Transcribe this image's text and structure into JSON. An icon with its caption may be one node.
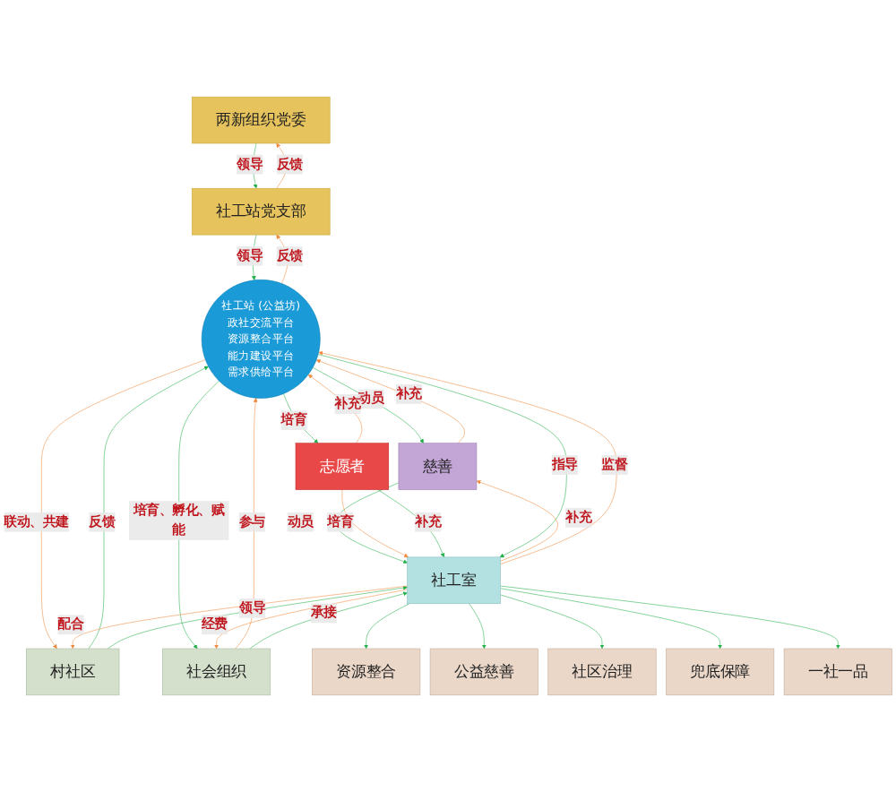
{
  "diagram": {
    "nodes": [
      {
        "text": [
          "两新组织党委"
        ]
      },
      {
        "text": [
          "社工站党支部"
        ]
      },
      {
        "text": [
          "社工站 (公益坊)",
          "政社交流平台",
          "资源整合平台",
          "能力建设平台",
          "需求供给平台"
        ]
      },
      {
        "text": [
          "慈善"
        ]
      },
      {
        "text": [
          "志愿者"
        ]
      },
      {
        "text": [
          "村社区"
        ]
      },
      {
        "text": [
          "社工室"
        ]
      },
      {
        "text": [
          "社会组织"
        ]
      },
      {
        "text": [
          "资源整合"
        ]
      },
      {
        "text": [
          "公益慈善"
        ]
      },
      {
        "text": [
          "社区治理"
        ]
      },
      {
        "text": [
          "兜底保障"
        ]
      },
      {
        "text": [
          "一社一品"
        ]
      }
    ],
    "edges": [
      {
        "from": 0,
        "to": 1,
        "arrow": "to",
        "label": "领导",
        "color": "#22b04b"
      },
      {
        "from": 1,
        "to": 0,
        "arrow": "to",
        "label": "反馈",
        "color": "#f08a3c"
      },
      {
        "from": 1,
        "to": 2,
        "arrow": "to",
        "label": "领导",
        "color": "#22b04b"
      },
      {
        "from": 2,
        "to": 1,
        "arrow": "to",
        "label": "反馈",
        "color": "#f08a3c"
      },
      {
        "from": 2,
        "to": 3,
        "arrow": "to",
        "label": "动员",
        "color": "#22b04b"
      },
      {
        "from": 3,
        "to": 2,
        "arrow": "to",
        "label": "补充",
        "color": "#f08a3c"
      },
      {
        "from": 2,
        "to": 4,
        "arrow": "to",
        "label": "培育",
        "color": "#22b04b"
      },
      {
        "from": 4,
        "to": 2,
        "arrow": "to",
        "label": "补充",
        "color": "#f08a3c"
      },
      {
        "from": 3,
        "to": 6,
        "arrow": "to",
        "label": "动员",
        "color": "#22b04b"
      },
      {
        "from": 6,
        "to": 3,
        "arrow": "to",
        "label": "补充",
        "color": "#f08a3c"
      },
      {
        "from": 5,
        "to": 2,
        "arrow": "to",
        "label": "反馈",
        "color": "#22b04b"
      },
      {
        "from": 2,
        "to": 5,
        "arrow": "to",
        "label": "联动、共建",
        "color": "#f08a3c"
      },
      {
        "from": 4,
        "to": 6,
        "arrow": "to",
        "label": "培育",
        "color": "#f08a3c"
      },
      {
        "from": 4,
        "to": 6,
        "arrow": "to",
        "label": "补充",
        "color": "#22b04b"
      },
      {
        "from": 2,
        "to": 7,
        "arrow": "to",
        "label": "培育、孵化、赋能",
        "color": "#22b04b"
      },
      {
        "from": 7,
        "to": 2,
        "arrow": "to",
        "label": "参与",
        "color": "#f08a3c"
      },
      {
        "from": 2,
        "to": 6,
        "arrow": "to",
        "label": "指导",
        "color": "#22b04b"
      },
      {
        "from": 6,
        "to": 2,
        "arrow": "to",
        "label": "监督",
        "color": "#f08a3c"
      },
      {
        "from": 5,
        "to": 6,
        "arrow": "to",
        "label": "领导",
        "color": "#22b04b"
      },
      {
        "from": 6,
        "to": 5,
        "arrow": "to",
        "label": "配合",
        "color": "#f08a3c"
      },
      {
        "from": 7,
        "to": 6,
        "arrow": "to",
        "label": "承接",
        "color": "#22b04b"
      },
      {
        "from": 6,
        "to": 7,
        "arrow": "to",
        "label": "经费",
        "color": "#f08a3c"
      },
      {
        "from": 6,
        "to": 8,
        "arrow": "to"
      },
      {
        "from": 6,
        "to": 9,
        "arrow": "to"
      },
      {
        "from": 6,
        "to": 10,
        "arrow": "to"
      },
      {
        "from": 6,
        "to": 11,
        "arrow": "to"
      },
      {
        "from": 6,
        "to": 12,
        "arrow": "to"
      }
    ]
  }
}
